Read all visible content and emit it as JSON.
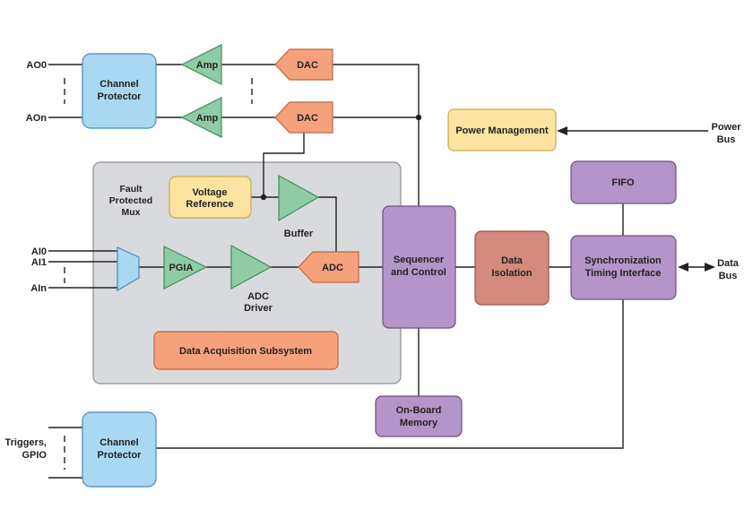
{
  "colors": {
    "protector": "#aad8f2",
    "protector_stroke": "#4a8ab5",
    "amp": "#8fcca5",
    "amp_stroke": "#3f8a5c",
    "dac": "#f5a27c",
    "dac_stroke": "#c0653e",
    "reference": "#fce4a0",
    "reference_stroke": "#c9a64a",
    "purple": "#b494c9",
    "purple_stroke": "#6e4f85",
    "isolation": "#d48a7c",
    "isolation_stroke": "#9a5346",
    "subsystem_fill": "#d9dade",
    "subsystem_stroke": "#8d8f95",
    "mux": "#aad8f2",
    "wire": "#222222"
  },
  "outputs": {
    "labels": [
      "AO0",
      "AOn"
    ],
    "protector": [
      "Channel",
      "Protector"
    ],
    "amp": "Amp",
    "dac": "DAC"
  },
  "mux": {
    "title": [
      "Fault",
      "Protected",
      "Mux"
    ],
    "inputs": [
      "AI0",
      "AI1",
      "AIn"
    ]
  },
  "reference": [
    "Voltage",
    "Reference"
  ],
  "buffer": "Buffer",
  "pgia": "PGIA",
  "adc_driver": [
    "ADC",
    "Driver"
  ],
  "adc": "ADC",
  "subsystem": "Data Acquisition Subsystem",
  "sequencer": [
    "Sequencer",
    "and Control"
  ],
  "isolation": [
    "Data",
    "Isolation"
  ],
  "sync": [
    "Synchronization",
    "Timing Interface"
  ],
  "fifo": "FIFO",
  "power": {
    "block": "Power Management",
    "bus": [
      "Power",
      "Bus"
    ]
  },
  "data_bus": [
    "Data",
    "Bus"
  ],
  "memory": [
    "On-Board",
    "Memory"
  ],
  "triggers": {
    "label": [
      "Triggers,",
      "GPIO"
    ],
    "protector": [
      "Channel",
      "Protector"
    ]
  }
}
